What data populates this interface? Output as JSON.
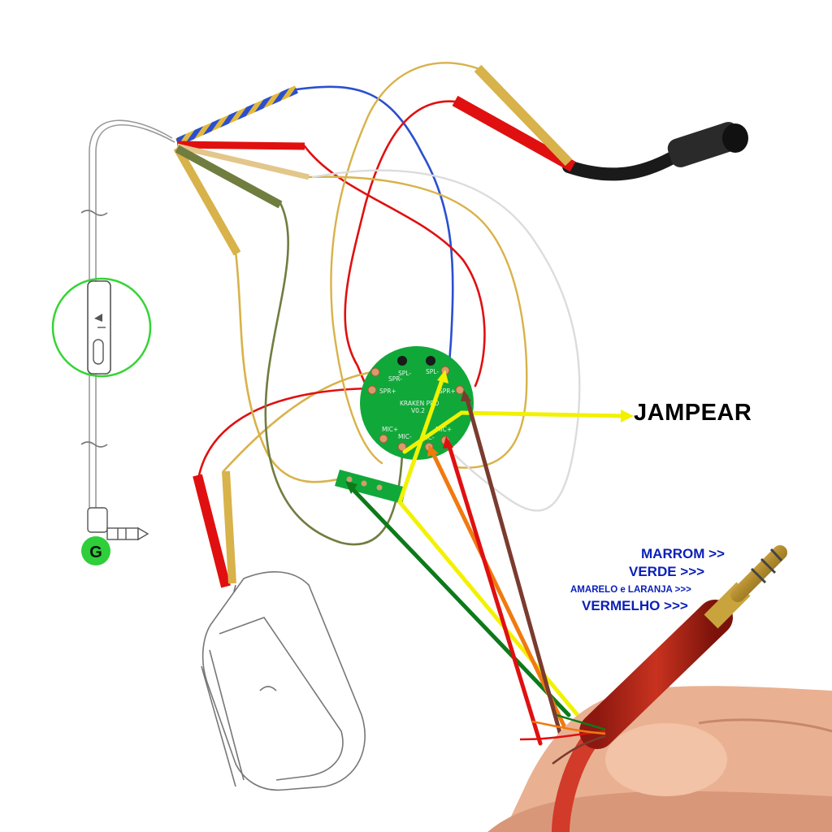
{
  "pcb": {
    "name": "KRAKEN PRO",
    "version": "V0.2",
    "pads": {
      "spl_minus_left": "SPL-",
      "spl_minus_right": "SPL-",
      "spr_minus": "SPR-",
      "spr_plus_left": "SPR+",
      "spr_plus_right": "SPR+",
      "mic_plus_left": "MIC+",
      "mic_minus_left": "MIC-",
      "mic_minus_right": "MIC-",
      "mic_plus_right": "MIC+"
    }
  },
  "annotations": {
    "jampear": "JAMPEAR",
    "marrom": "MARROM >>",
    "verde": "VERDE >>>",
    "amarelo_laranja": "AMARELO e LARANJA >>>",
    "vermelho": "VERMELHO >>>"
  },
  "logo_letter": "G",
  "colors": {
    "pcb_green": "#11a83a",
    "wire_red": "#e01010",
    "wire_yellow": "#f2f200",
    "wire_gold": "#d8b24a",
    "wire_olive": "#6f7d3f",
    "wire_blue": "#2b4fcf",
    "wire_white": "#d8d8d8",
    "wire_green": "#0d7a1a",
    "wire_orange": "#f07a10",
    "wire_brown": "#7a3b2e",
    "label_blue": "#0a1fb8"
  }
}
